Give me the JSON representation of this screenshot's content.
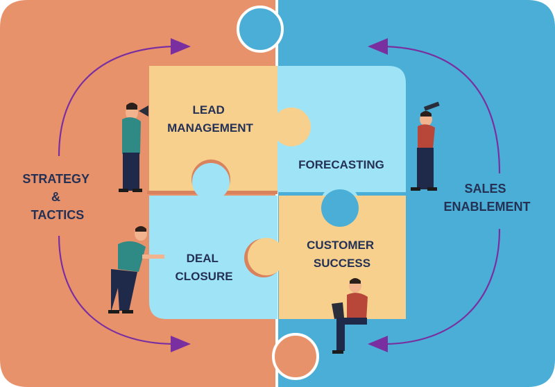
{
  "diagram": {
    "left_half": {
      "label_lines": [
        "STRATEGY",
        "&",
        "TACTICS"
      ]
    },
    "right_half": {
      "label_lines": [
        "SALES",
        "ENABLEMENT"
      ]
    },
    "pieces": [
      {
        "id": "lead-management",
        "label_lines": [
          "LEAD",
          "MANAGEMENT"
        ]
      },
      {
        "id": "forecasting",
        "label_lines": [
          "FORECASTING"
        ]
      },
      {
        "id": "deal-closure",
        "label_lines": [
          "DEAL",
          "CLOSURE"
        ]
      },
      {
        "id": "customer-success",
        "label_lines": [
          "CUSTOMER",
          "SUCCESS"
        ]
      }
    ]
  },
  "colors": {
    "left_bg": "#e8926c",
    "right_bg": "#4aaed6",
    "piece_peach": "#f7d08e",
    "piece_light_blue": "#9ee4f6",
    "piece_shadow_orange": "#d9835e",
    "piece_shadow_blue": "#4aaed6",
    "arrow": "#7a2fa0",
    "label_text": "#243154"
  },
  "illustrations": [
    "man-with-megaphone-icon",
    "man-with-telescope-icon",
    "man-pushing-piece-icon",
    "man-with-laptop-icon"
  ]
}
